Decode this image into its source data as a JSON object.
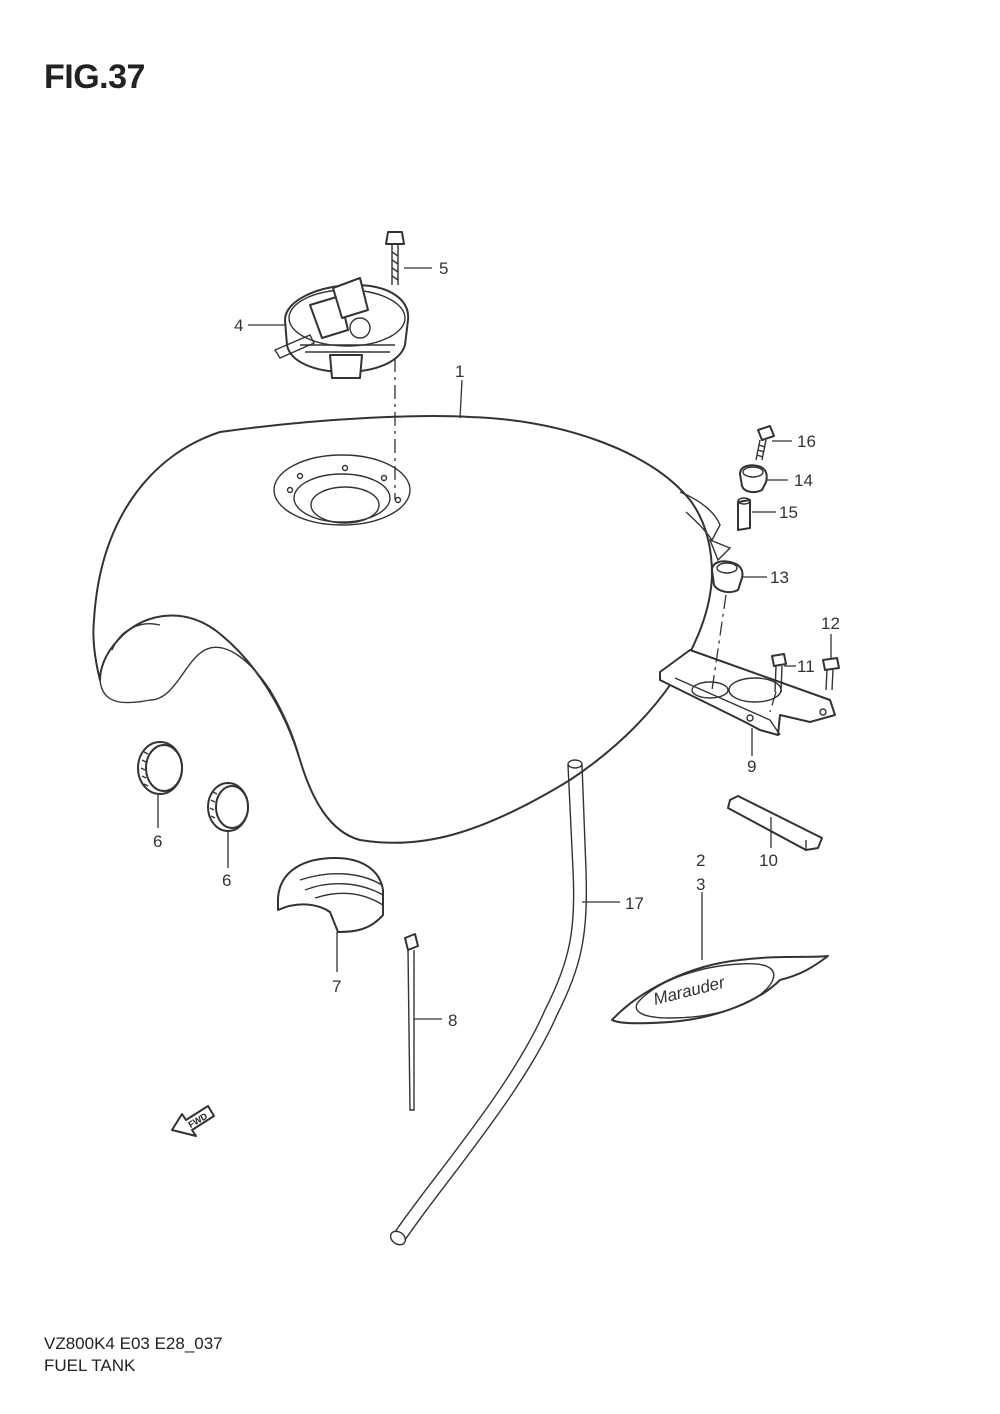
{
  "figure": {
    "title": "FIG.37",
    "model": "VZ800K4  E03  E28_037",
    "caption": "FUEL TANK",
    "fwd_label": "FWD",
    "emblem_text": "Marauder"
  },
  "callouts": [
    {
      "id": "c1",
      "label": "1"
    },
    {
      "id": "c2",
      "label": "2"
    },
    {
      "id": "c3",
      "label": "3"
    },
    {
      "id": "c4",
      "label": "4"
    },
    {
      "id": "c5",
      "label": "5"
    },
    {
      "id": "c6a",
      "label": "6"
    },
    {
      "id": "c6b",
      "label": "6"
    },
    {
      "id": "c7",
      "label": "7"
    },
    {
      "id": "c8",
      "label": "8"
    },
    {
      "id": "c9",
      "label": "9"
    },
    {
      "id": "c10",
      "label": "10"
    },
    {
      "id": "c11",
      "label": "11"
    },
    {
      "id": "c12",
      "label": "12"
    },
    {
      "id": "c13",
      "label": "13"
    },
    {
      "id": "c14",
      "label": "14"
    },
    {
      "id": "c15",
      "label": "15"
    },
    {
      "id": "c16",
      "label": "16"
    },
    {
      "id": "c17",
      "label": "17"
    }
  ]
}
